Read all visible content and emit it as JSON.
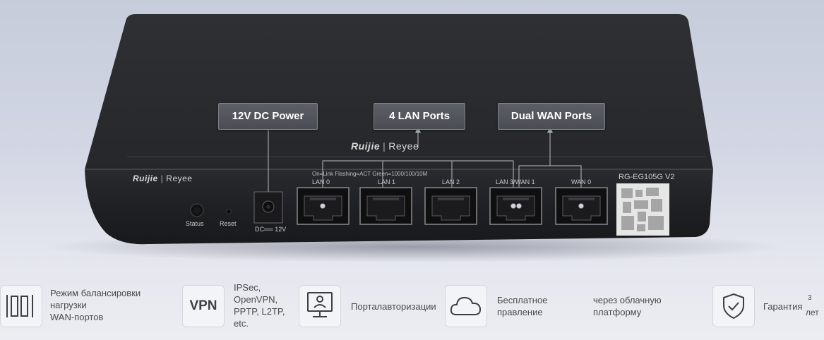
{
  "device": {
    "callouts": {
      "power": "12V DC Power",
      "lan": "4 LAN Ports",
      "wan": "Dual WAN Ports"
    },
    "logo": {
      "brand": "Ruijie",
      "separator": "|",
      "sub": "Reyee"
    },
    "legend": "On=Link  Flashing=ACT  Green=1000/100/10M",
    "ports": [
      "LAN 0",
      "LAN 1",
      "LAN 2",
      "LAN 3/WAN 1",
      "WAN 0"
    ],
    "status_label": "Status",
    "reset_label": "Reset",
    "dc_label": "DC══ 12V",
    "model": "RG-EG105G V2"
  },
  "features": {
    "load_balance": [
      "Режим балансировки",
      "нагрузки",
      "WAN-портов"
    ],
    "vpn_badge": "VPN",
    "vpn_list": [
      "IPSec,",
      "OpenVPN,",
      "PPTP, L2TP,",
      "etc."
    ],
    "portal": "Порталавторизации",
    "cloud_left": [
      "Бесплатное",
      "правление"
    ],
    "cloud_right": [
      "через облачную",
      "платформу"
    ],
    "warranty_label": "Гарантия",
    "warranty_years": "3",
    "warranty_unit": "лет"
  }
}
